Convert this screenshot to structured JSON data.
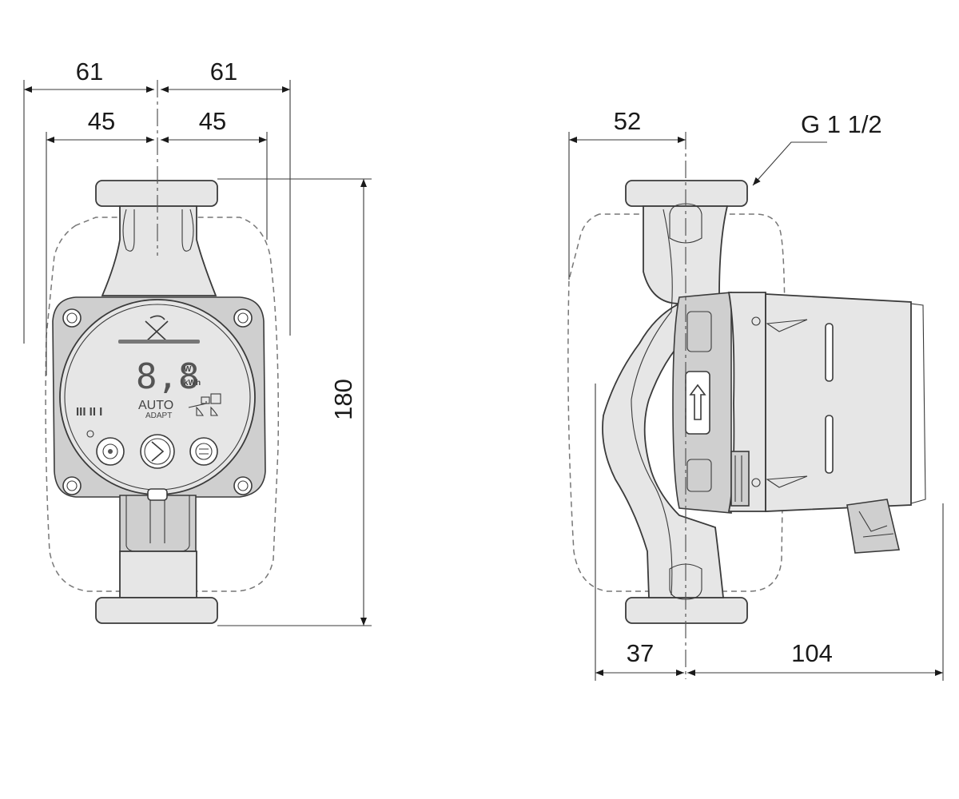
{
  "dimensions": {
    "front_left_outer": "61",
    "front_right_outer": "61",
    "front_left_inner": "45",
    "front_right_inner": "45",
    "height": "180",
    "side_top": "52",
    "side_bottom_left": "37",
    "side_bottom_right": "104",
    "thread": "G 1 1/2"
  },
  "display": {
    "digits": "8,8",
    "unit_w": "W",
    "unit_kwh": "kWh",
    "auto": "AUTO",
    "adapt": "ADAPT",
    "mode_bars": "III  II  I"
  },
  "colors": {
    "line": "#3a3a3a",
    "body_fill": "#e6e6e6",
    "dashed_outline": "#777777"
  }
}
